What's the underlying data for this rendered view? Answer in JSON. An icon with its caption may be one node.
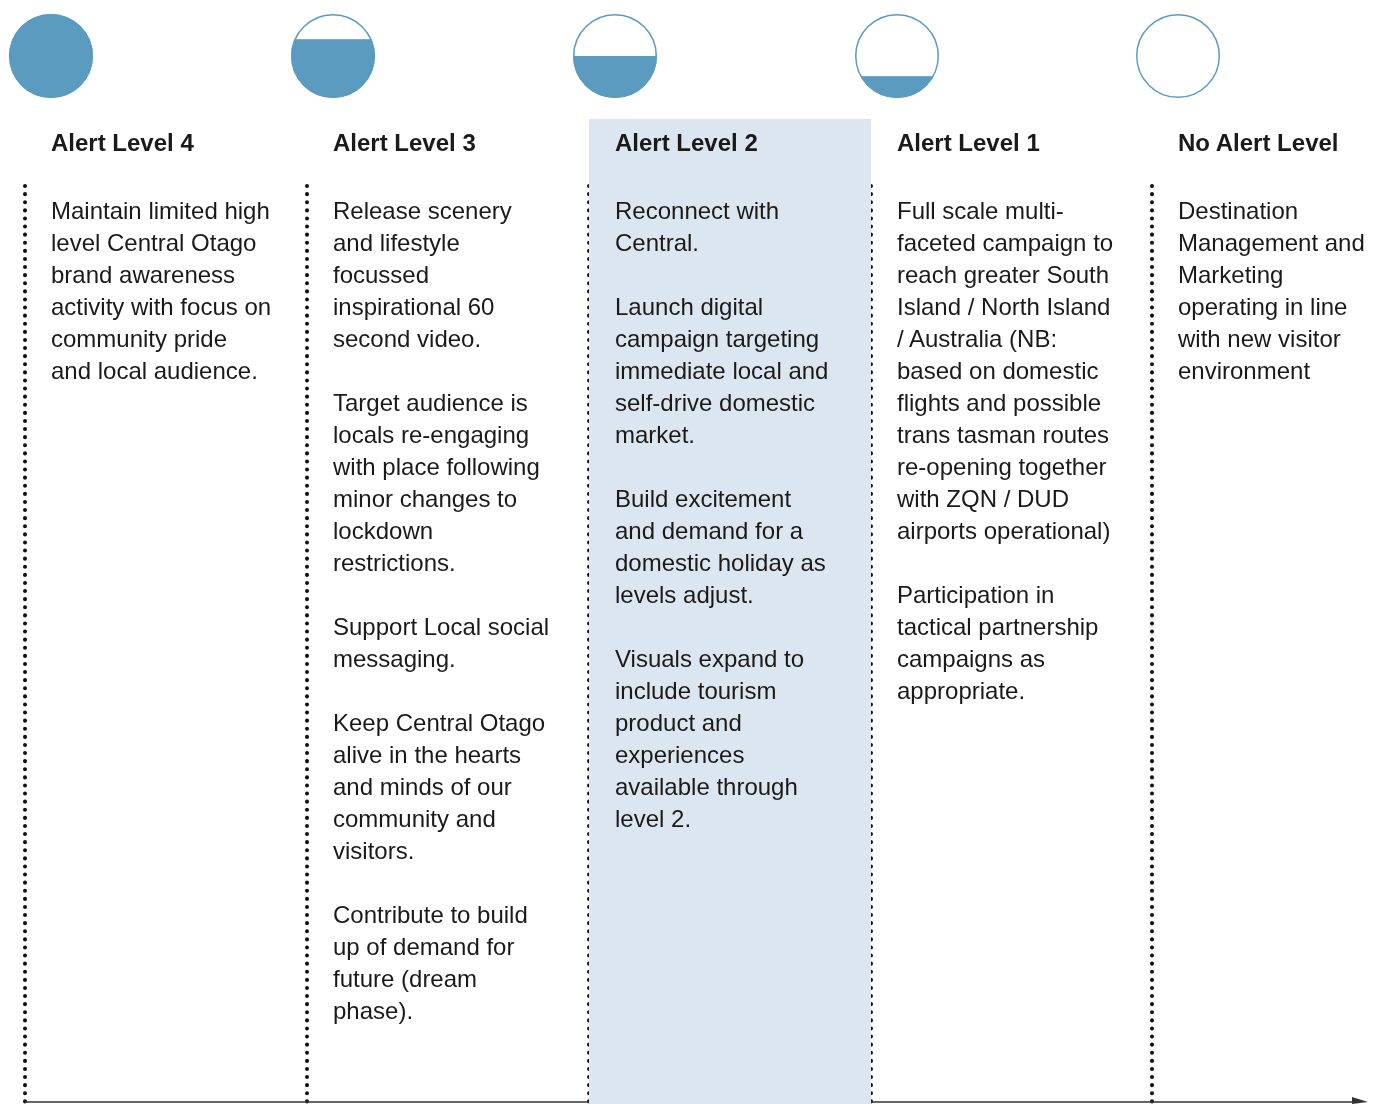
{
  "diagram": {
    "nodes": [
      {
        "text": [
          "Alert Level 4",
          "Maintain limited high level Central Otago brand awareness activity with focus on community pride and local audience."
        ]
      },
      {
        "text": [
          "Alert Level 3",
          "Release scenery and lifestyle focussed inspirational 60 second video.",
          "Target audience is locals re-engaging with place following minor changes to lockdown restrictions.",
          "Support Local social messaging.",
          "Keep Central Otago alive in the hearts and minds of our community and visitors.",
          "Contribute to build up of demand for future (dream phase)."
        ]
      },
      {
        "text": [
          "Alert Level 2",
          "Reconnect with Central.",
          "Launch digital campaign targeting immediate local and self-drive domestic market.",
          "Build excitement and demand for a domestic holiday as levels adjust.",
          "Visuals expand to include tourism product and experiences available through level 2."
        ]
      },
      {
        "text": [
          "Alert Level 1",
          "Full scale multi-faceted campaign to reach greater South Island / North Island / Australia (NB: based on domestic flights and possible trans tasman routes re-opening together with ZQN / DUD airports operational)",
          "Participation in tactical partnership campaigns as appropriate."
        ]
      },
      {
        "text": [
          "No Alert Level",
          "Destination Management and Marketing operating in line with new visitor environment"
        ]
      }
    ],
    "edges": []
  }
}
